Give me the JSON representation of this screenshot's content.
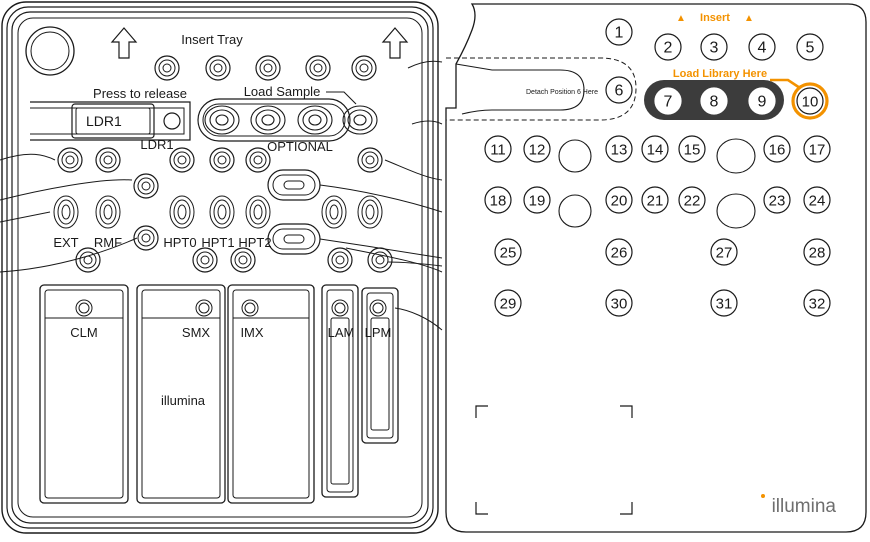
{
  "colors": {
    "line": "#1a1a1a",
    "accent": "#f39200",
    "dark_strip": "#3c3c3c",
    "logo_gray": "#6e6e6e"
  },
  "left_panel": {
    "insert_tray": "Insert Tray",
    "press_to_release": "Press to release",
    "load_sample": "Load Sample",
    "ldr1_slot": "LDR1",
    "ldr1_label": "LDR1",
    "optional": "OPTIONAL",
    "ext": "EXT",
    "rmf": "RMF",
    "hpt0": "HPT0",
    "hpt1": "HPT1",
    "hpt2": "HPT2",
    "clm": "CLM",
    "smx": "SMX",
    "imx": "IMX",
    "lam": "LAM",
    "lpm": "LPM",
    "brand": "illumina"
  },
  "right_panel": {
    "insert_label": "Insert",
    "arrow_glyph": "▲",
    "load_library": "Load Library Here",
    "detach": "Detach Position 6 Here",
    "logo": "illumina",
    "positions": [
      "1",
      "2",
      "3",
      "4",
      "5",
      "6",
      "7",
      "8",
      "9",
      "10",
      "11",
      "12",
      "13",
      "14",
      "15",
      "16",
      "17",
      "18",
      "19",
      "20",
      "21",
      "22",
      "23",
      "24",
      "25",
      "26",
      "27",
      "28",
      "29",
      "30",
      "31",
      "32"
    ]
  }
}
